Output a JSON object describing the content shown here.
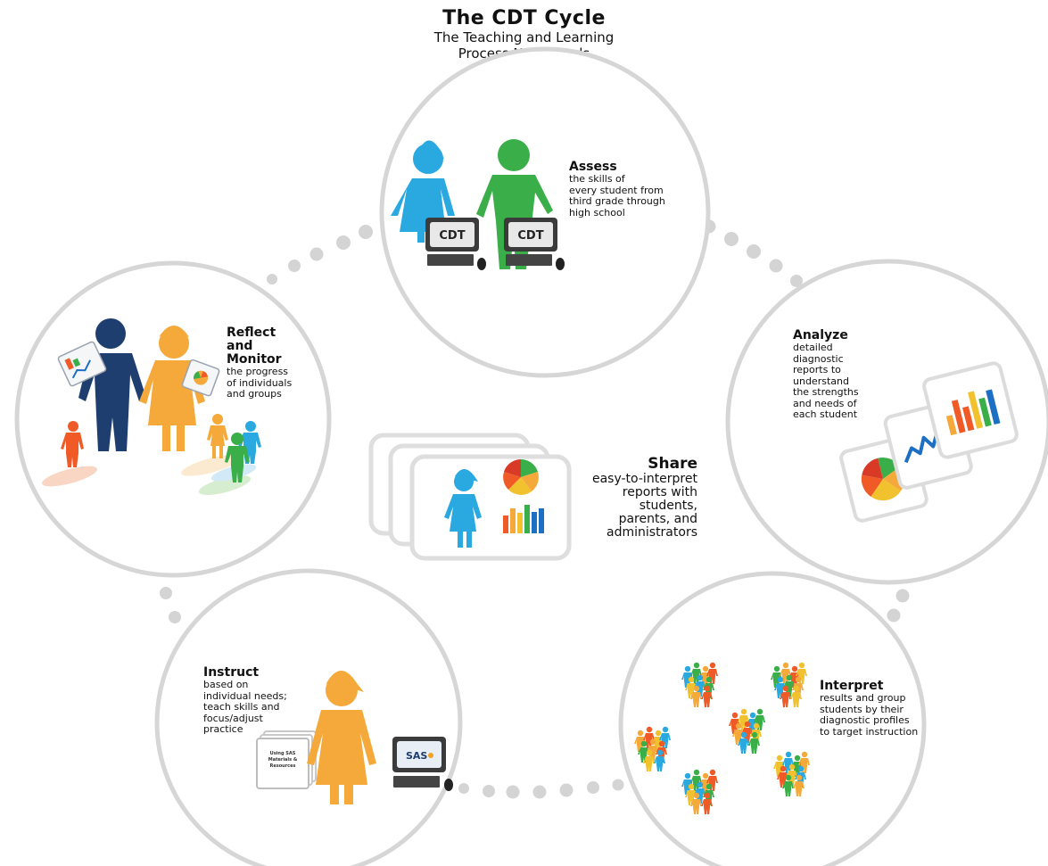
{
  "title": "The CDT Cycle",
  "subtitle_line1": "The Teaching and Learning",
  "subtitle_line2": "Process Never Ends",
  "steps": {
    "assess": {
      "heading": "Assess",
      "lines": [
        "the skills of",
        "every student from",
        "third grade through",
        "high school"
      ],
      "monitor_label": "CDT"
    },
    "analyze": {
      "heading": "Analyze",
      "lines": [
        "detailed",
        "diagnostic",
        "reports to",
        "understand",
        "the strengths",
        "and needs of",
        "each student"
      ]
    },
    "interpret": {
      "heading": "Interpret",
      "lines": [
        "results and group",
        "students by their",
        "diagnostic profiles",
        "to target instruction"
      ]
    },
    "instruct": {
      "heading": "Instruct",
      "lines": [
        "based on",
        "individual needs;",
        "teach skills and",
        "focus/adjust",
        "practice"
      ],
      "book_lines": [
        "Using SAS",
        "Materials &",
        "Resources"
      ],
      "monitor_label": "SAS"
    },
    "reflect": {
      "heading_line1": "Reflect",
      "heading_line2": "and",
      "heading_line3": "Monitor",
      "lines": [
        "the progress",
        "of individuals",
        "and groups"
      ]
    },
    "share": {
      "heading": "Share",
      "lines": [
        "easy-to-interpret",
        "reports with",
        "students,",
        "parents, and",
        "administrators"
      ]
    }
  },
  "colors": {
    "circle_stroke": "#d6d6d6",
    "dots": "#d4d4d4",
    "blue": "#2aa8e0",
    "green": "#3aae49",
    "orange": "#f4a93a",
    "navy": "#1d3e6e",
    "red_orange": "#ef5a26",
    "yellow": "#f2c22e",
    "dark_text": "#111111"
  }
}
